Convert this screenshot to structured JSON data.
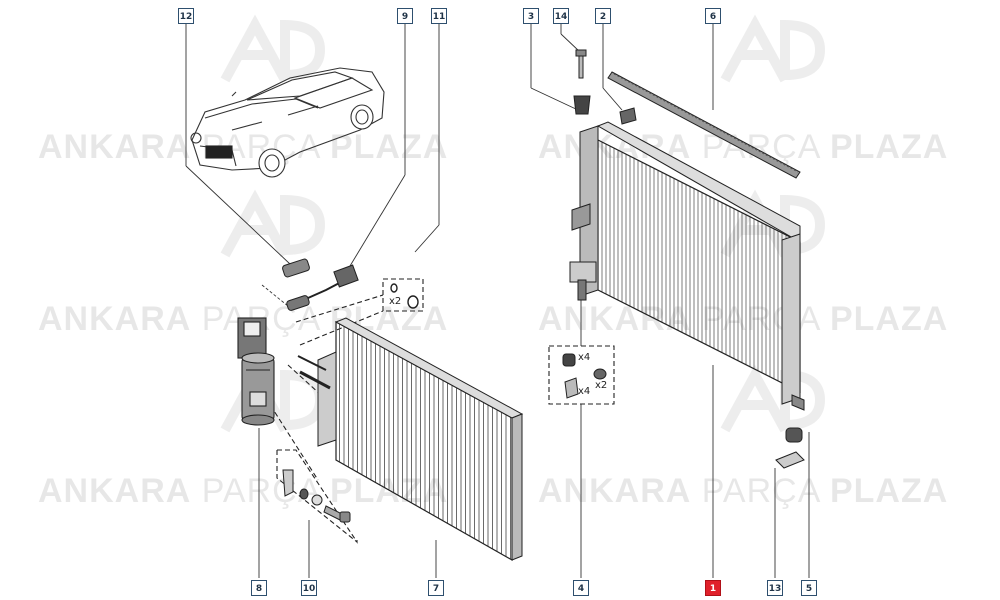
{
  "watermark": {
    "brand_bold_1": "ANKARA",
    "brand_light": "PARÇA",
    "brand_bold_2": "PLAZA"
  },
  "callouts": {
    "c1": "1",
    "c2": "2",
    "c3": "3",
    "c4": "4",
    "c5": "5",
    "c6": "6",
    "c7": "7",
    "c8": "8",
    "c9": "9",
    "c10": "10",
    "c11": "11",
    "c12": "12",
    "c13": "13",
    "c14": "14"
  },
  "quantities": {
    "oring": "x2",
    "grommet": "x4",
    "clip": "x4",
    "nut": "x2"
  },
  "colors": {
    "callout_border": "#2e4f6e",
    "highlight": "#e0202a",
    "line": "#333333"
  }
}
